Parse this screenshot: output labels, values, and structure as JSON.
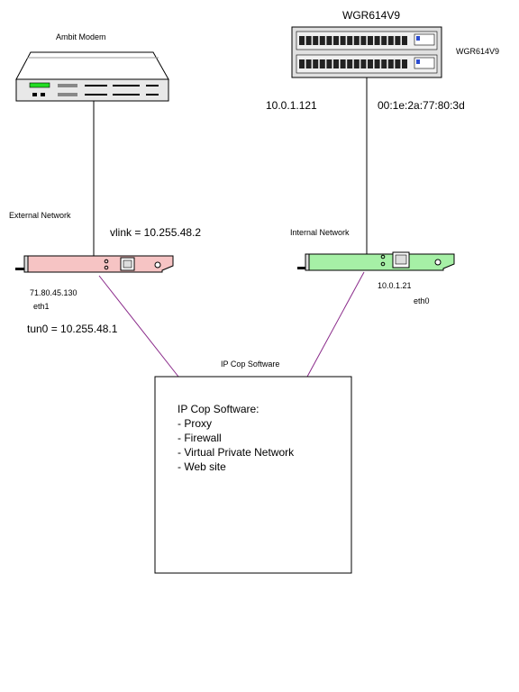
{
  "modem": {
    "title": "Ambit Modem"
  },
  "router": {
    "title": "WGR614V9",
    "side_label": "WGR614V9",
    "ip": "10.0.1.121",
    "mac": "00:1e:2a:77:80:3d"
  },
  "external": {
    "network_label": "External Network",
    "vlink": "vlink = 10.255.48.2",
    "ip": "71.80.45.130",
    "iface": "eth1",
    "tun0": "tun0 = 10.255.48.1"
  },
  "internal": {
    "network_label": "Internal Network",
    "ip": "10.0.1.21",
    "iface": "eth0"
  },
  "ipcop": {
    "title": "IP Cop Software",
    "heading": "IP Cop Software:",
    "items": [
      "- Proxy",
      "- Firewall",
      "- Virtual Private Network",
      "- Web site"
    ]
  },
  "colors": {
    "external_nic": "#f6c4c4",
    "internal_nic": "#a6f0a6",
    "link_line": "#8a2a8a"
  }
}
